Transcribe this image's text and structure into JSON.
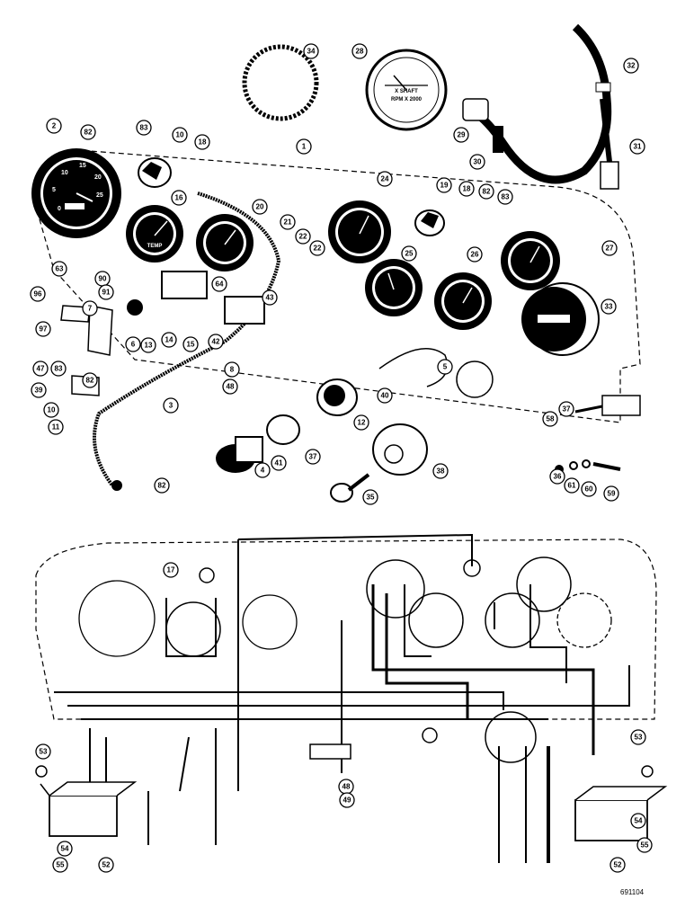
{
  "drawing_number": "691104",
  "gauge_faces": {
    "speedometer_marks": [
      "0",
      "5",
      "10",
      "15",
      "20",
      "25"
    ],
    "temp_gauge": "TEMP",
    "tach_face_1": "X SHAFT",
    "tach_face_2": "RPM X 2000"
  },
  "callouts": {
    "upper": [
      "34",
      "28",
      "32",
      "2",
      "82",
      "83",
      "10",
      "18",
      "1",
      "29",
      "30",
      "31",
      "16",
      "20",
      "24",
      "19",
      "18",
      "82",
      "83",
      "21",
      "22",
      "22",
      "27",
      "25",
      "26",
      "33",
      "63",
      "90",
      "91",
      "64",
      "43",
      "96",
      "7",
      "42",
      "97",
      "6",
      "14",
      "13",
      "15",
      "83",
      "8",
      "48",
      "47",
      "82",
      "5",
      "3",
      "40",
      "39",
      "10",
      "11",
      "12",
      "41",
      "37",
      "82",
      "4",
      "37",
      "38",
      "35",
      "36",
      "61",
      "60",
      "59",
      "58",
      "63"
    ],
    "lower": [
      "17",
      "53",
      "53",
      "48",
      "49",
      "54",
      "55",
      "52",
      "54",
      "55",
      "52"
    ]
  },
  "colors": {
    "ink": "#000000",
    "paper": "#ffffff"
  }
}
